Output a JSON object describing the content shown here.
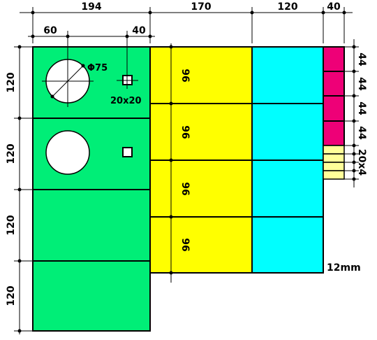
{
  "colors": {
    "green": "#00ee77",
    "yellow": "#ffff00",
    "cyan": "#00ffff",
    "magenta": "#ee0077",
    "pale_yellow": "#ffff99",
    "outline": "#000000"
  },
  "dimensions": {
    "top_overall": [
      "194",
      "170",
      "120",
      "40"
    ],
    "top_detail": [
      "60",
      "40"
    ],
    "left": [
      "120",
      "120",
      "120",
      "120"
    ],
    "yellow_panels": [
      "96",
      "96",
      "96",
      "96"
    ],
    "right_magenta": [
      "44",
      "44",
      "44",
      "44"
    ],
    "right_pale": "20x4"
  },
  "labels": {
    "hole_diameter": "Φ75",
    "square_hole": "20x20",
    "thickness": "12mm"
  },
  "icons": {
    "round_hole": "circle-hole-icon",
    "square_hole": "square-hole-icon"
  }
}
